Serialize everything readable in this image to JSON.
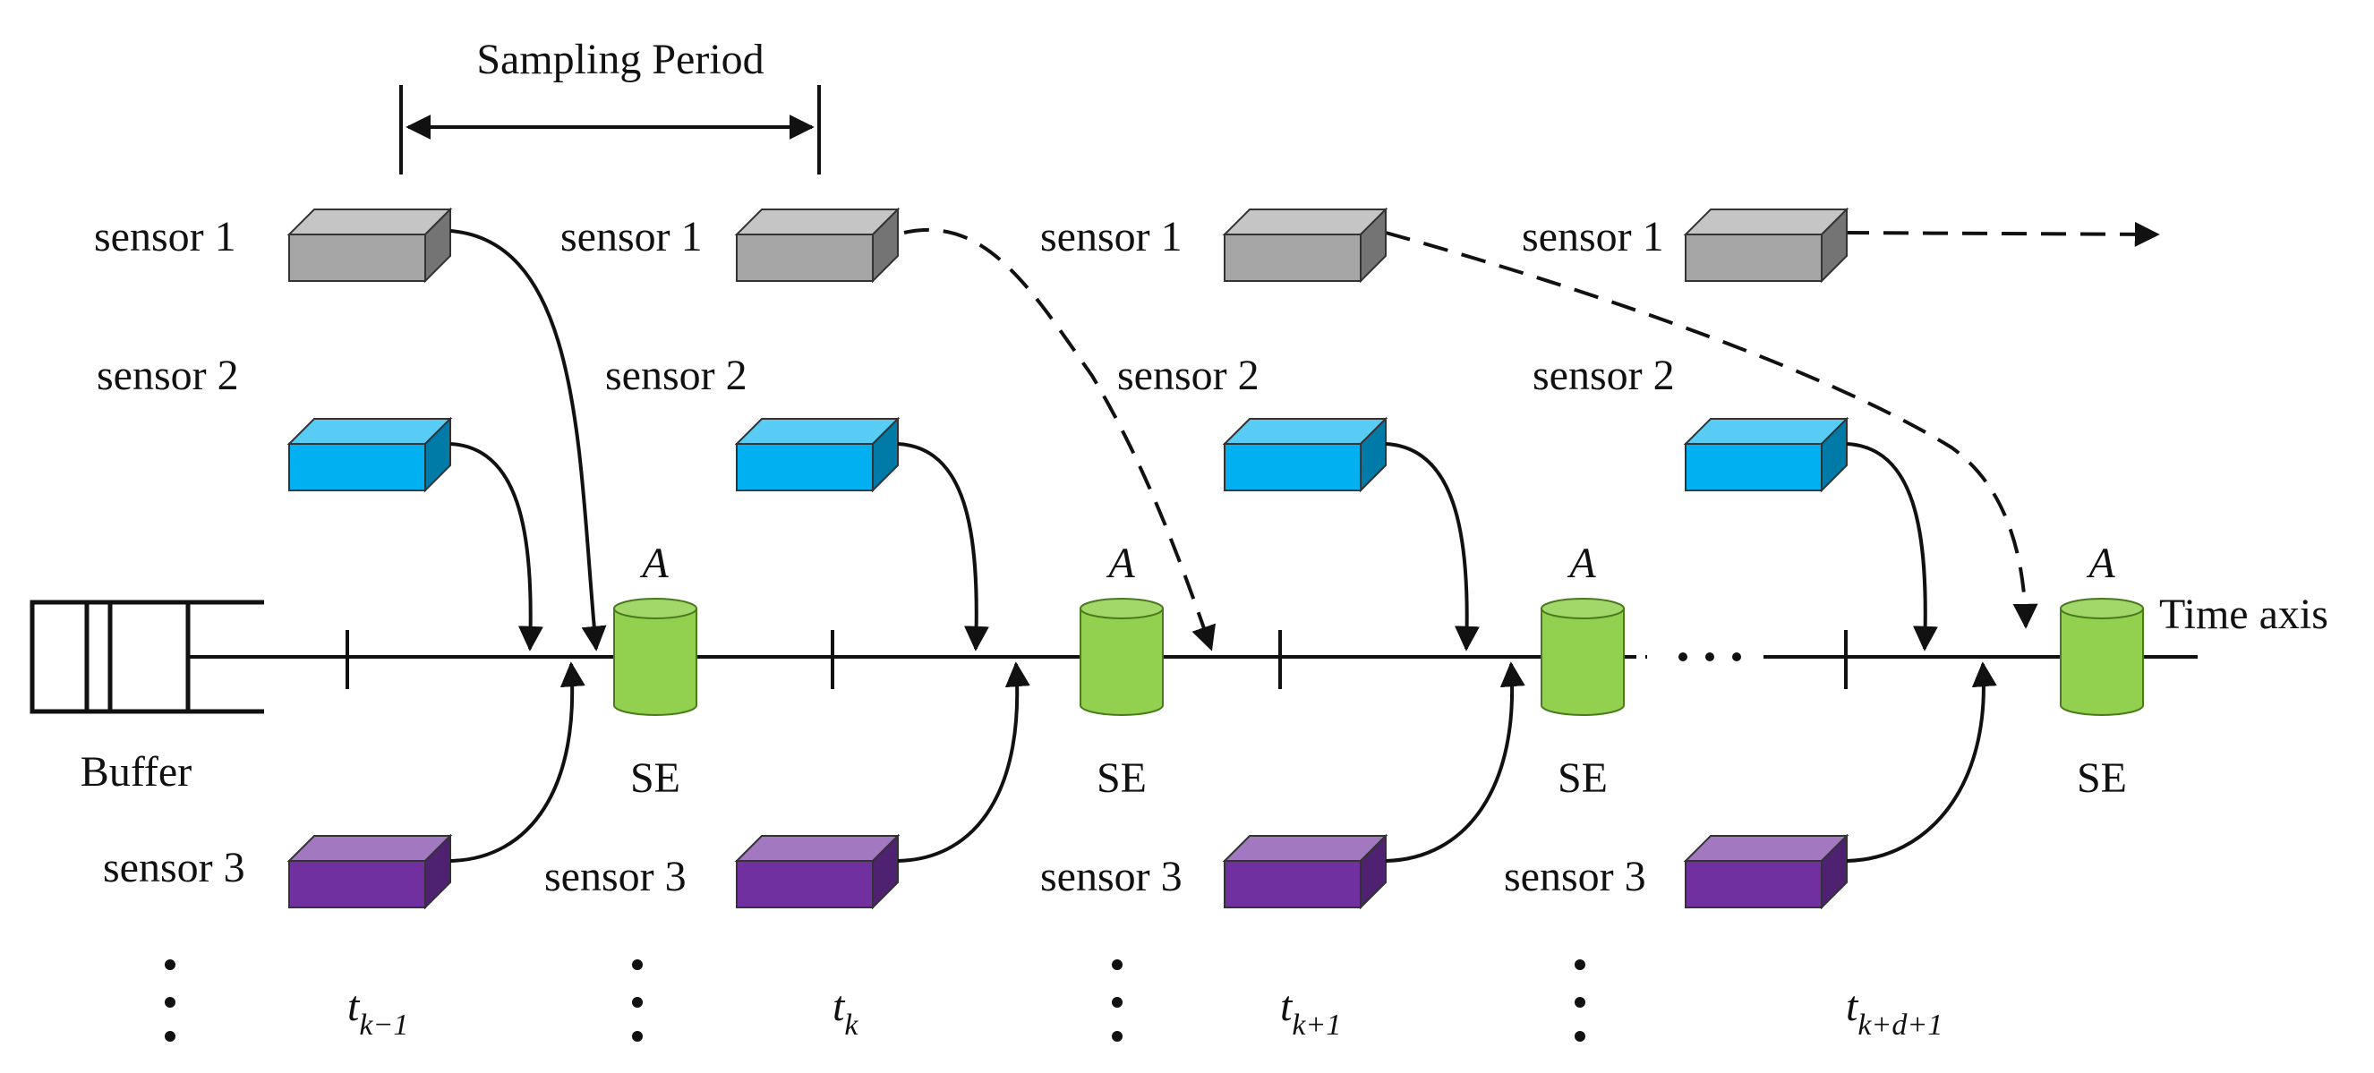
{
  "title": "Sampling Period",
  "buffer_label": "Buffer",
  "time_axis_label": "Time axis",
  "estimator_label": "SE",
  "estimator_symbol": "A",
  "sensor_labels": [
    "sensor 1",
    "sensor 2",
    "sensor 3"
  ],
  "time_steps": [
    {
      "t": "t",
      "sub": "k−1"
    },
    {
      "t": "t",
      "sub": "k"
    },
    {
      "t": "t",
      "sub": "k+1"
    },
    {
      "t": "t",
      "sub": "k+d+1"
    }
  ],
  "colors": {
    "sensor1": "#a6a6a6",
    "sensor2": "#00b0f0",
    "sensor3": "#7030a0",
    "estimator": "#92d050",
    "line": "#111111"
  }
}
